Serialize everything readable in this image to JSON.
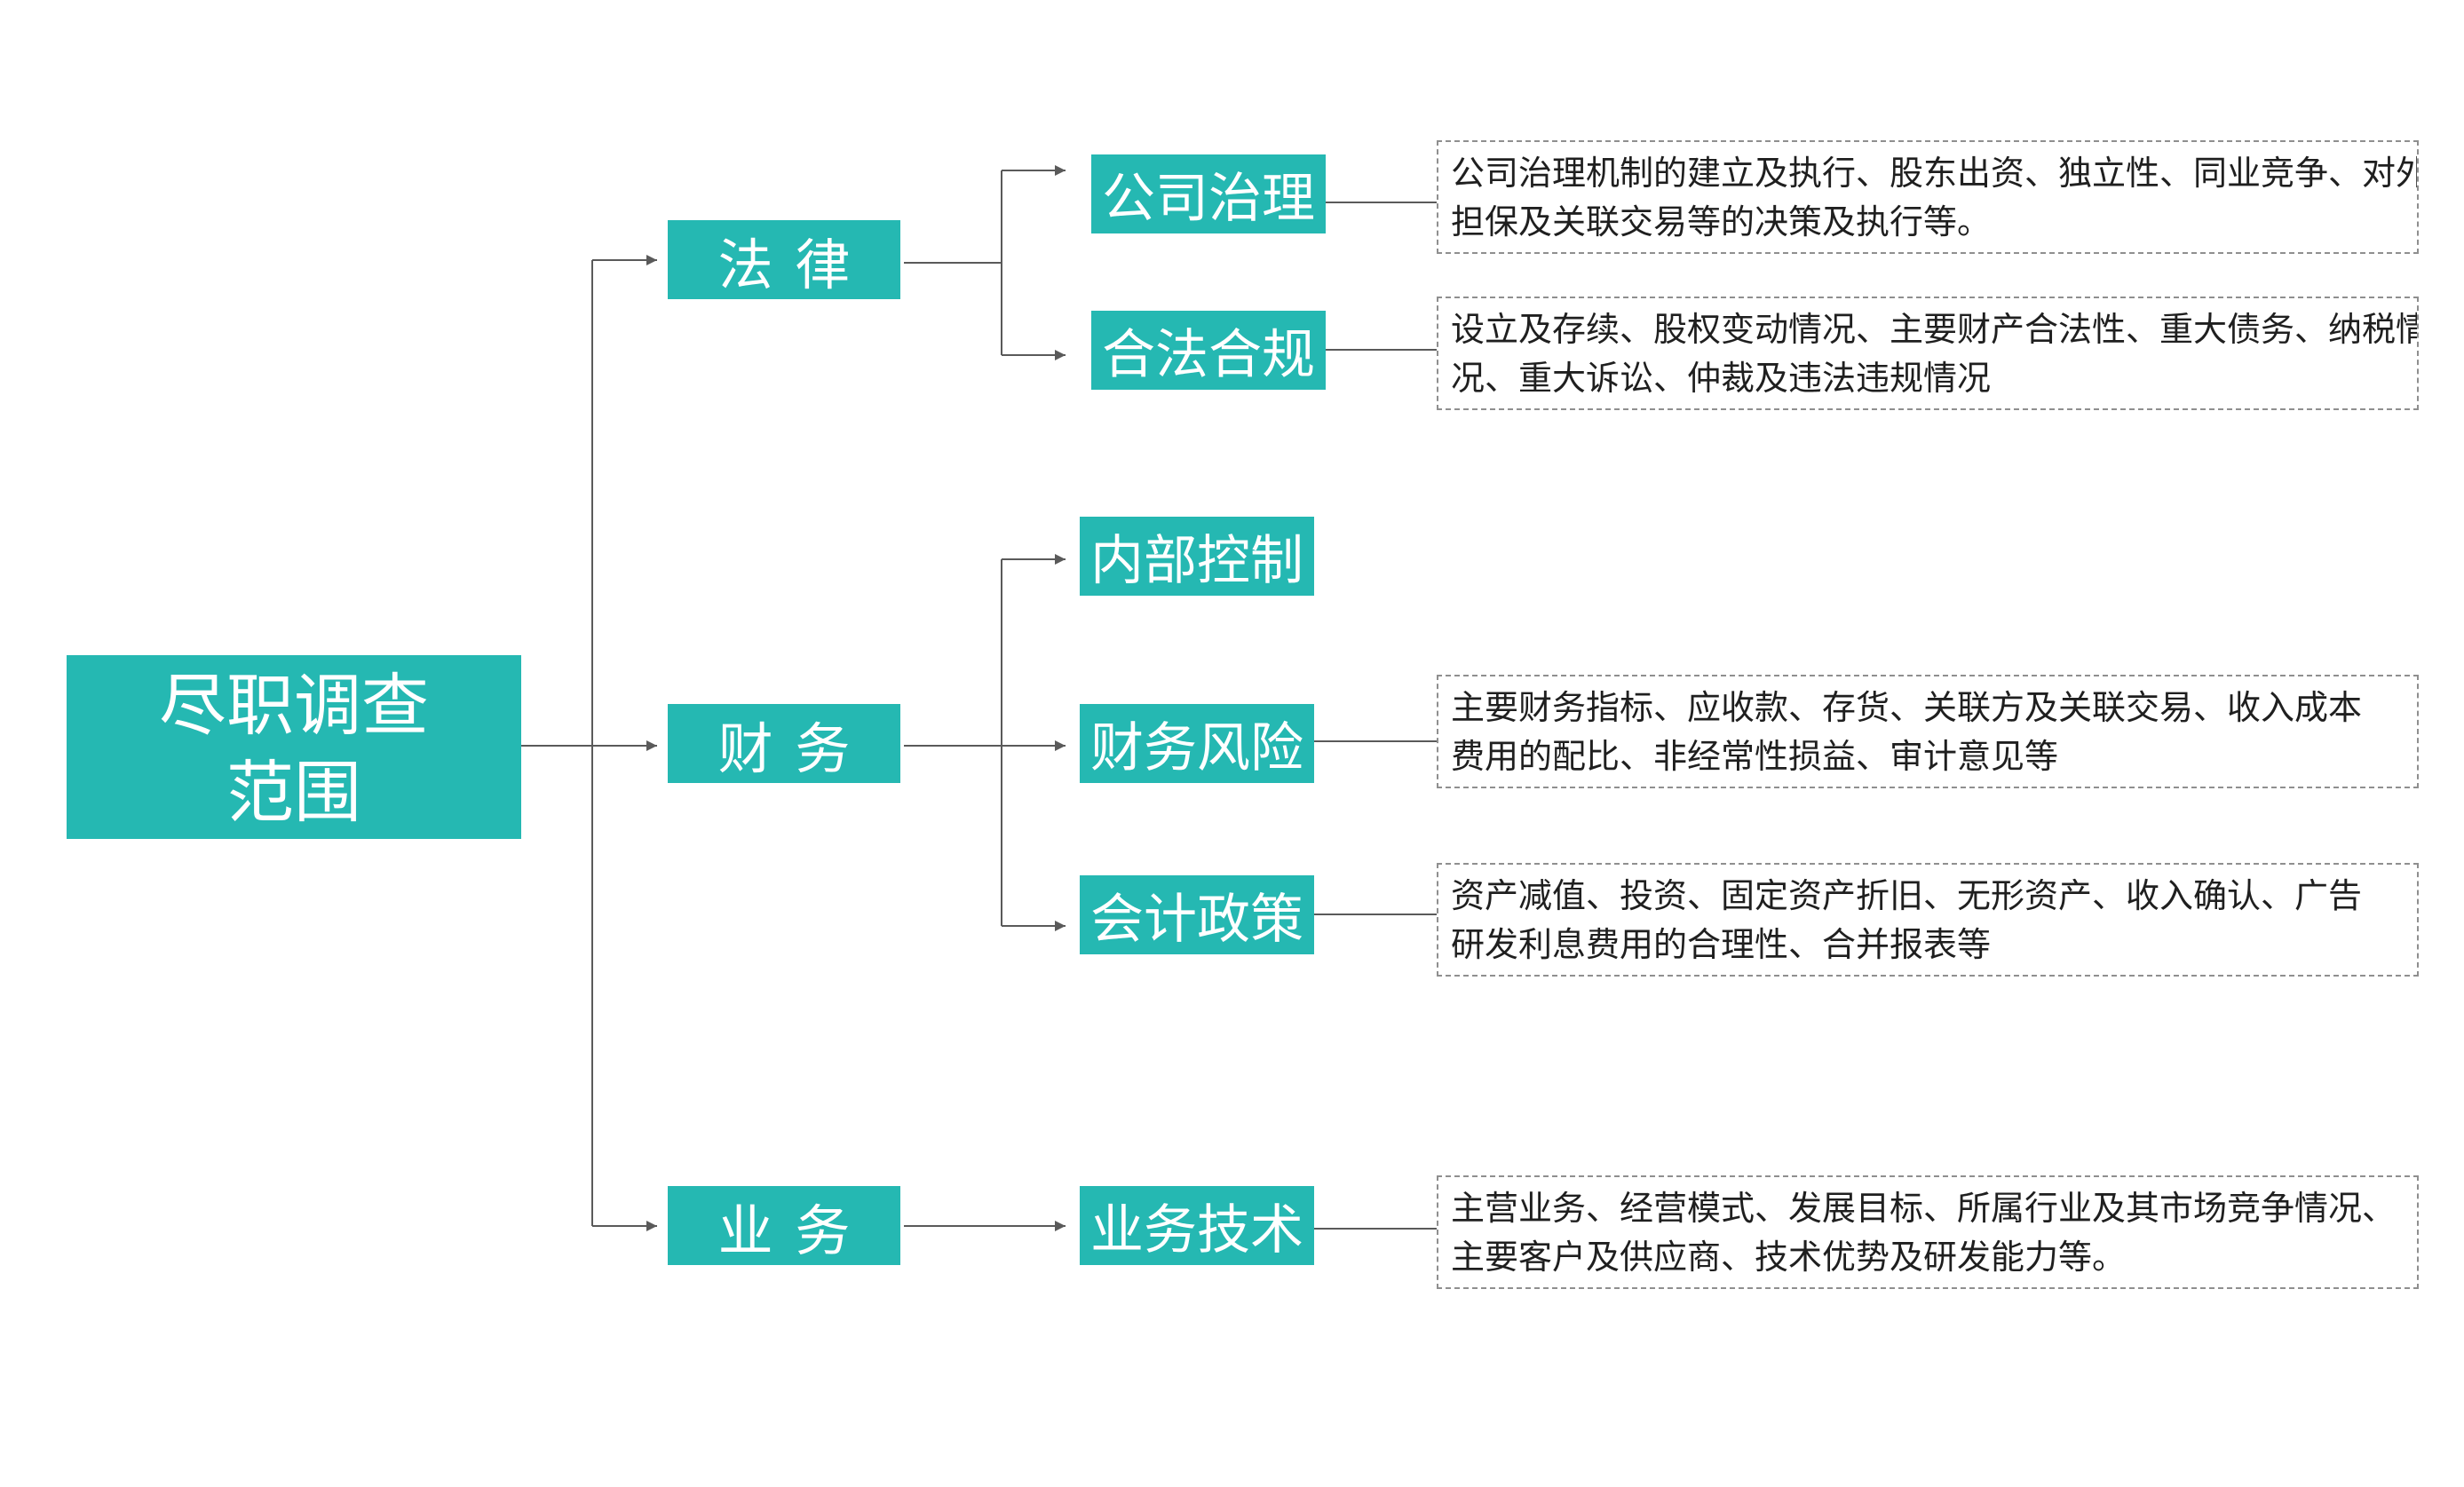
{
  "diagram": {
    "root": {
      "label_line1": "尽职调查",
      "label_line2": "范围"
    },
    "categories": [
      {
        "label": "法律"
      },
      {
        "label": "财务"
      },
      {
        "label": "业务"
      }
    ],
    "topics": [
      {
        "label": "公司治理",
        "category": "法律"
      },
      {
        "label": "合法合规",
        "category": "法律"
      },
      {
        "label": "内部控制",
        "category": "财务"
      },
      {
        "label": "财务风险",
        "category": "财务"
      },
      {
        "label": "会计政策",
        "category": "财务"
      },
      {
        "label": "业务技术",
        "category": "业务"
      }
    ],
    "descriptions": [
      {
        "topic": "公司治理",
        "line1": "公司治理机制的建立及执行、股东出资、独立性、同业竞争、对外",
        "line2": "担保及关联交易等的决策及执行等。"
      },
      {
        "topic": "合法合规",
        "line1": "设立及存续、股权变动情况、主要财产合法性、重大债务、纳税情",
        "line2": "况、重大诉讼、仲裁及违法违规情况"
      },
      {
        "topic": "财务风险",
        "line1": "主要财务指标、应收款、存货、关联方及关联交易、收入成本",
        "line2": "费用的配比、非经常性损益、审计意见等"
      },
      {
        "topic": "会计政策",
        "line1": "资产减值、投资、固定资产折旧、无形资产、收入确认、广告",
        "line2": "研发利息费用的合理性、合并报表等"
      },
      {
        "topic": "业务技术",
        "line1": "主营业务、经营模式、发展目标、所属行业及其市场竞争情况、",
        "line2": "主要客户及供应商、技术优势及研发能力等。"
      }
    ]
  },
  "colors": {
    "box_fill": "#25b8b2",
    "box_text": "#ffffff",
    "connector": "#5a5a5a",
    "dashed_border": "#8f8f8f"
  }
}
